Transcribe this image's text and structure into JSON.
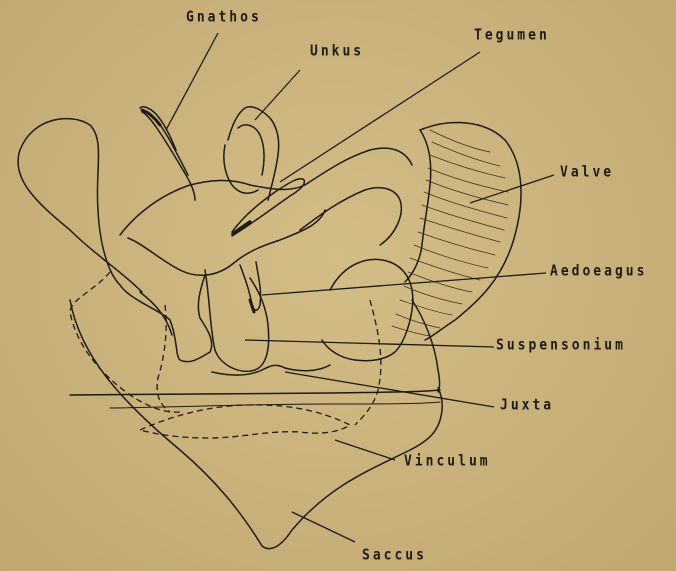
{
  "labels": {
    "gnathos": "Gnathos",
    "unkus": "Unkus",
    "tegumen": "Tegumen",
    "valve": "Valve",
    "aedoeagus": "Aedoeagus",
    "suspensonium": "Suspensonium",
    "juxta": "Juxta",
    "vinculum": "Vinculum",
    "saccus": "Saccus"
  },
  "colors": {
    "paper": "#c9b27a",
    "ink": "#1e1a14"
  }
}
